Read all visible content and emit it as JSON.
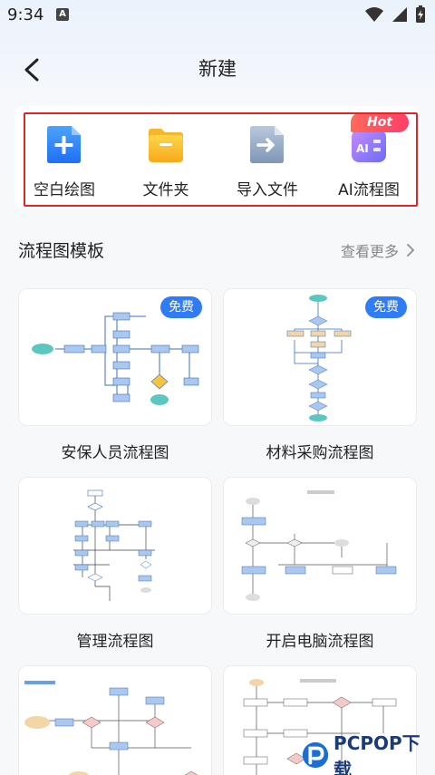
{
  "status_bar": {
    "time": "9:34",
    "notif_letter": "A"
  },
  "header": {
    "title": "新建"
  },
  "quick_actions": [
    {
      "label": "空白绘图",
      "icon": "blank-drawing-icon"
    },
    {
      "label": "文件夹",
      "icon": "folder-icon"
    },
    {
      "label": "导入文件",
      "icon": "import-file-icon"
    },
    {
      "label": "AI流程图",
      "icon": "ai-flowchart-icon",
      "badge": "Hot"
    }
  ],
  "templates_section": {
    "title": "流程图模板",
    "see_more": "查看更多"
  },
  "templates": [
    {
      "name": "安保人员流程图",
      "badge": "免费"
    },
    {
      "name": "材料采购流程图",
      "badge": "免费"
    },
    {
      "name": "管理流程图"
    },
    {
      "name": "开启电脑流程图"
    },
    {
      "name": ""
    },
    {
      "name": ""
    }
  ],
  "watermark": {
    "text": "PCPOP下载"
  },
  "colors": {
    "accent": "#2f7cf6",
    "highlight_border": "#e0242a",
    "hot_badge": "#ff4d64"
  }
}
